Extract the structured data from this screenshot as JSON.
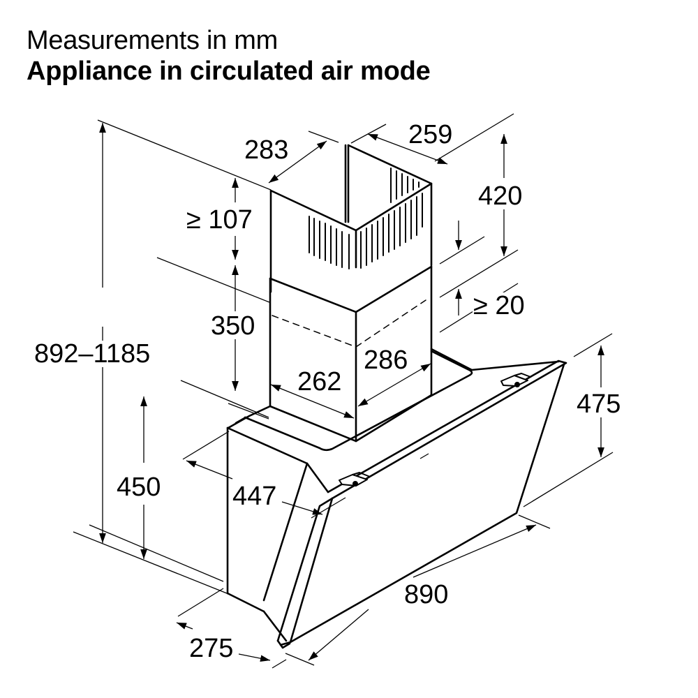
{
  "header": {
    "subtitle": "Measurements in mm",
    "title": "Appliance in circulated air mode"
  },
  "colors": {
    "line": "#000000",
    "background": "#ffffff"
  },
  "dimensions": {
    "total_height": "892–1185",
    "chimney_upper_width": "283",
    "chimney_upper_depth": "259",
    "chimney_upper_height": "420",
    "chimney_min_gap_top": "≥ 107",
    "chimney_lower_height": "350",
    "chimney_min_overlap": "≥ 20",
    "chimney_lower_width": "262",
    "chimney_lower_depth": "286",
    "hood_body_height": "450",
    "hood_depth": "447",
    "glass_height": "475",
    "hood_width": "890",
    "hood_bottom_depth": "275"
  }
}
